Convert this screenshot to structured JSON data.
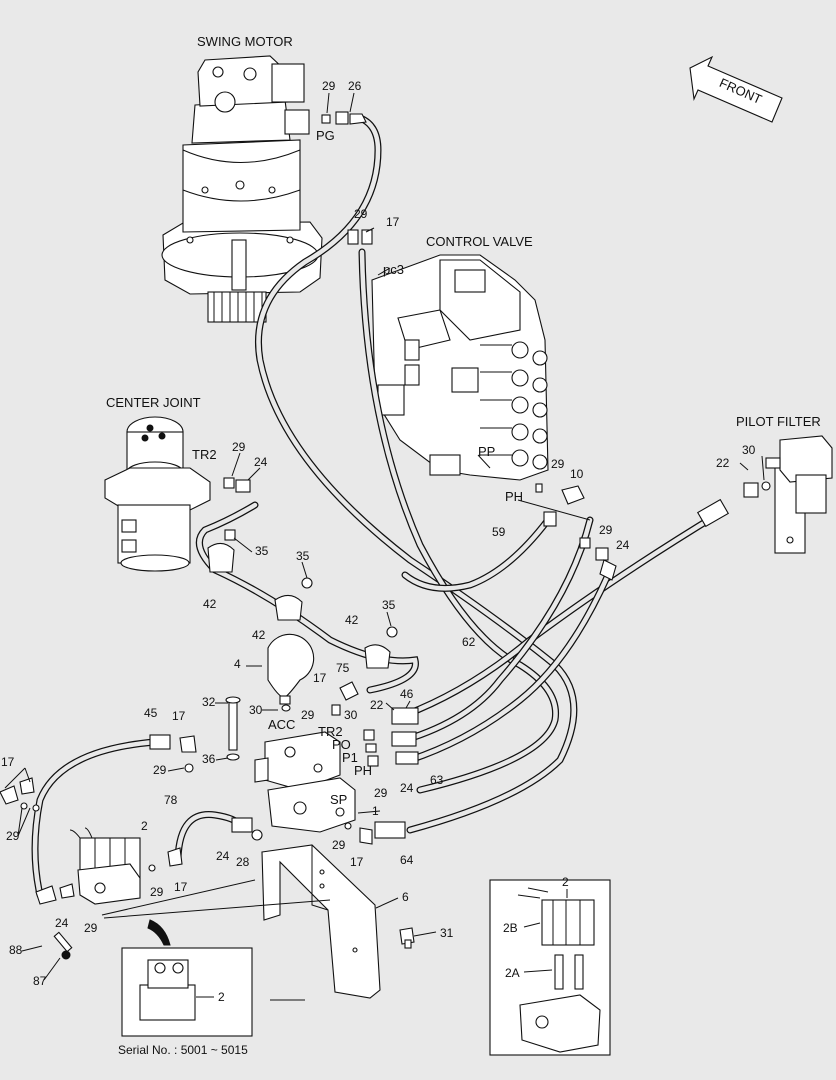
{
  "components": {
    "swing_motor": "SWING MOTOR",
    "control_valve": "CONTROL VALVE",
    "center_joint": "CENTER JOINT",
    "pilot_filter": "PILOT FILTER",
    "front": "FRONT"
  },
  "port_labels": {
    "pg": "PG",
    "pc3": "pc3",
    "tr2_joint": "TR2",
    "pp": "PP",
    "ph_valve": "PH",
    "acc": "ACC",
    "tr2_block": "TR2",
    "po": "PO",
    "p1": "P1",
    "ph_block": "PH",
    "sp": "SP"
  },
  "part_numbers": {
    "n29_motor": "29",
    "n26_motor": "26",
    "n29_cv": "29",
    "n17_cv": "17",
    "n29_cj": "29",
    "n24_cj": "24",
    "n35_a": "35",
    "n42_a": "42",
    "n35_b": "35",
    "n42_b": "42",
    "n42_c": "42",
    "n35_c": "35",
    "n29_pp": "29",
    "n10": "10",
    "n59": "59",
    "n29_ph": "29",
    "n24_ph": "24",
    "n22_pf": "22",
    "n30_pf": "30",
    "n62": "62",
    "n4": "4",
    "n17_acc": "17",
    "n75": "75",
    "n46": "46",
    "n32": "32",
    "n30_acc": "30",
    "n29_tr": "29",
    "n30_po": "30",
    "n22_po": "22",
    "n45": "45",
    "n17_45": "17",
    "n29_blk": "29",
    "n36": "36",
    "n24_p1": "24",
    "n29_p1": "29",
    "n63": "63",
    "n1": "1",
    "n17_left": "17",
    "n29_left": "29",
    "n78": "78",
    "n2": "2",
    "n24_78": "24",
    "n28": "28",
    "n29_sp": "29",
    "n17_sp": "17",
    "n64": "64",
    "n29_sol": "29",
    "n17_sol": "17",
    "n24_sol": "24",
    "n29_sol2": "29",
    "n6": "6",
    "n31": "31",
    "n88": "88",
    "n87": "87",
    "n2_inset": "2",
    "n2b": "2B",
    "n2a": "2A",
    "n2_serial": "2"
  },
  "serial_note": "Serial No. : 5001 ~ 5015"
}
